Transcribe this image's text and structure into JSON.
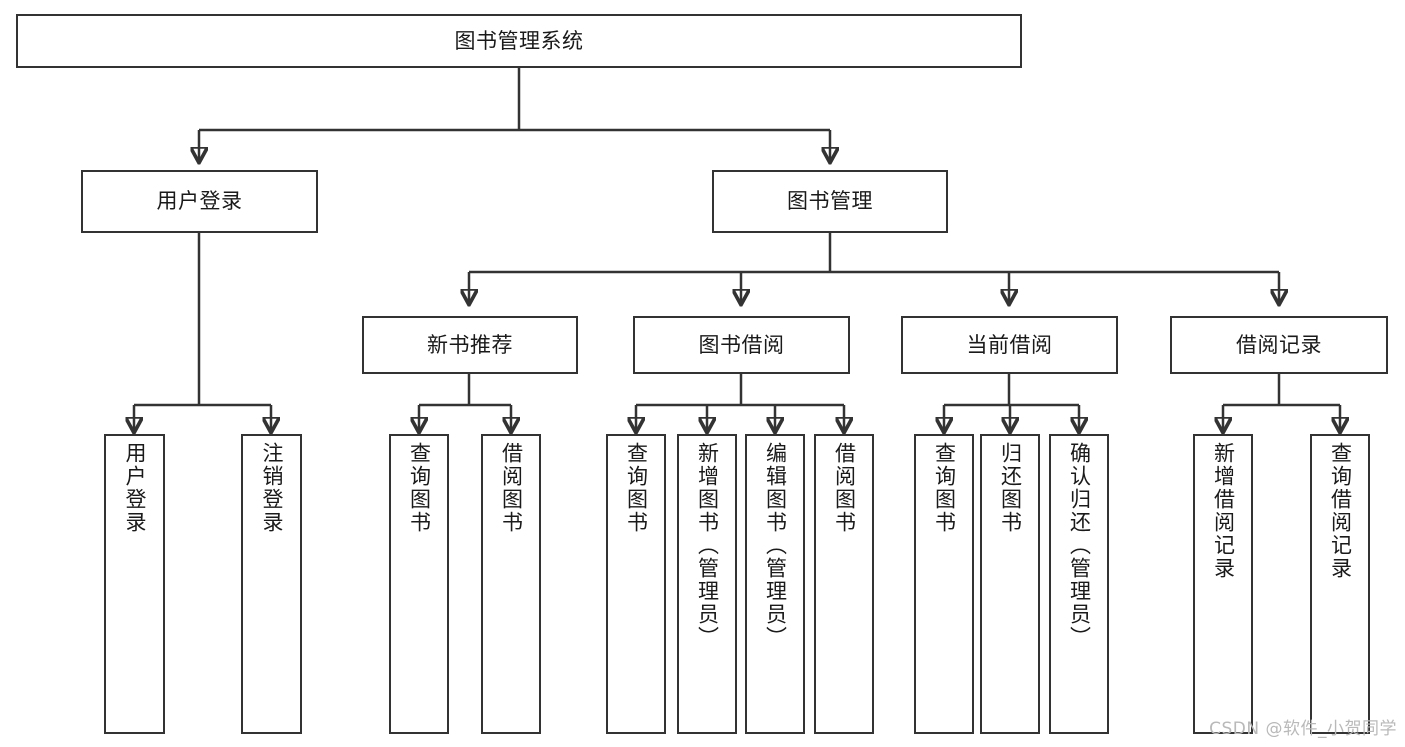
{
  "diagram": {
    "title": "图书管理系统",
    "type": "tree",
    "root": {
      "id": "root",
      "label": "图书管理系统"
    },
    "level2": [
      {
        "id": "user-login",
        "label": "用户登录"
      },
      {
        "id": "book-manage",
        "label": "图书管理"
      }
    ],
    "level3": [
      {
        "id": "new-book-rec",
        "label": "新书推荐",
        "parent": "book-manage"
      },
      {
        "id": "book-borrow",
        "label": "图书借阅",
        "parent": "book-manage"
      },
      {
        "id": "current-borrow",
        "label": "当前借阅",
        "parent": "book-manage"
      },
      {
        "id": "borrow-record",
        "label": "借阅记录",
        "parent": "book-manage"
      }
    ],
    "leaves": [
      {
        "id": "leaf-user-login",
        "label": "用户登录",
        "parent": "user-login"
      },
      {
        "id": "leaf-logout",
        "label": "注销登录",
        "parent": "user-login"
      },
      {
        "id": "leaf-query-book-1",
        "label": "查询图书",
        "parent": "new-book-rec"
      },
      {
        "id": "leaf-borrow-book-1",
        "label": "借阅图书",
        "parent": "new-book-rec"
      },
      {
        "id": "leaf-query-book-2",
        "label": "查询图书",
        "parent": "book-borrow"
      },
      {
        "id": "leaf-add-book",
        "label": "新增图书（管理员）",
        "parent": "book-borrow"
      },
      {
        "id": "leaf-edit-book",
        "label": "编辑图书（管理员）",
        "parent": "book-borrow"
      },
      {
        "id": "leaf-borrow-book-2",
        "label": "借阅图书",
        "parent": "book-borrow"
      },
      {
        "id": "leaf-query-book-3",
        "label": "查询图书",
        "parent": "current-borrow"
      },
      {
        "id": "leaf-return-book",
        "label": "归还图书",
        "parent": "current-borrow"
      },
      {
        "id": "leaf-confirm-return",
        "label": "确认归还（管理员）",
        "parent": "current-borrow"
      },
      {
        "id": "leaf-add-record",
        "label": "新增借阅记录",
        "parent": "borrow-record"
      },
      {
        "id": "leaf-query-record",
        "label": "查询借阅记录",
        "parent": "borrow-record"
      }
    ]
  },
  "watermark": {
    "text": "CSDN @软件_小贺同学"
  },
  "colors": {
    "stroke": "#333333",
    "background": "#ffffff",
    "text": "#1a1a1a",
    "watermark": "#b9b9b9"
  }
}
